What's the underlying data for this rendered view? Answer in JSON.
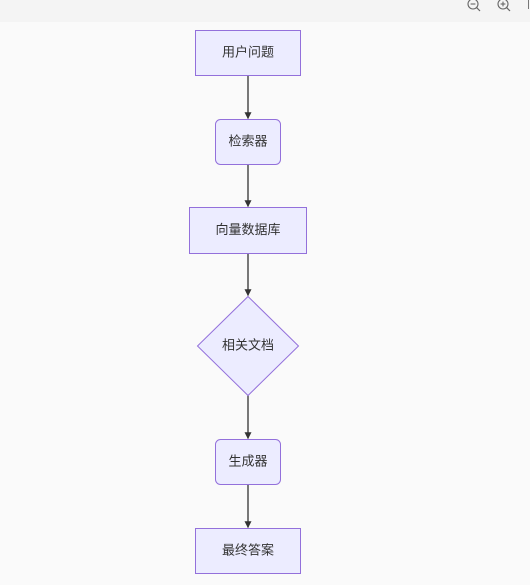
{
  "toolbar": {
    "icons": {
      "zoom_out": "zoom-out-icon",
      "zoom_in": "zoom-in-icon"
    }
  },
  "diagram": {
    "colors": {
      "background": "#FAFAFA",
      "toolbar": "#F4F4F4",
      "node_fill": "#ECECFF",
      "node_stroke": "#9370DB",
      "edge": "#333333",
      "text": "#333333"
    },
    "nodes": [
      {
        "label": "用户问题"
      },
      {
        "label": "检索器"
      },
      {
        "label": "向量数据库"
      },
      {
        "label": "相关文档"
      },
      {
        "label": "生成器"
      },
      {
        "label": "最终答案"
      }
    ],
    "edges": [
      [
        0,
        1
      ],
      [
        1,
        2
      ],
      [
        2,
        3
      ],
      [
        3,
        4
      ],
      [
        4,
        5
      ]
    ]
  }
}
